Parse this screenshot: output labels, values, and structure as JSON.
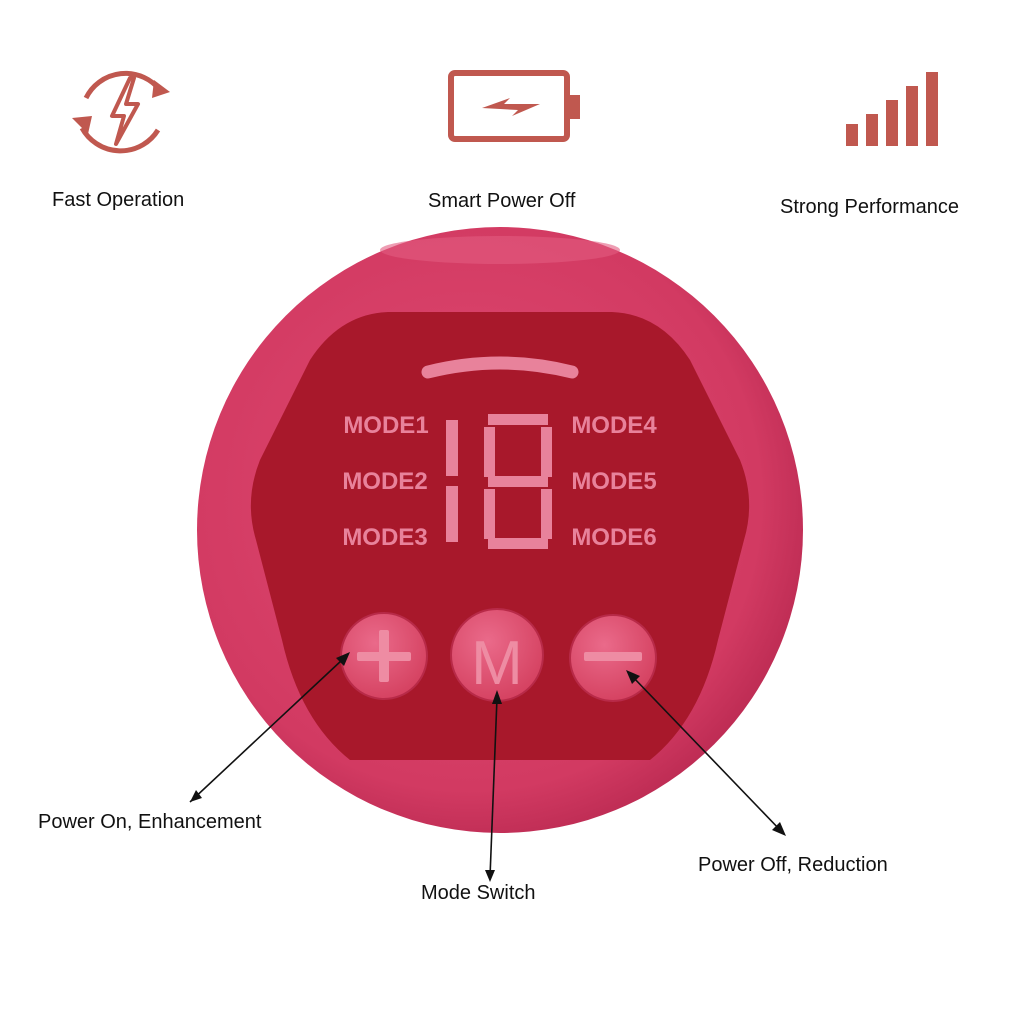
{
  "features": [
    {
      "icon": "lightning-cycle-icon",
      "label": "Fast Operation"
    },
    {
      "icon": "battery-charging-icon",
      "label": "Smart Power Off"
    },
    {
      "icon": "signal-bars-icon",
      "label": "Strong Performance"
    }
  ],
  "display": {
    "modes_left": [
      "MODE1",
      "MODE2",
      "MODE3"
    ],
    "modes_right": [
      "MODE4",
      "MODE5",
      "MODE6"
    ],
    "digit": "8"
  },
  "buttons": {
    "plus": {
      "glyph": "+",
      "callout": "Power On, Enhancement"
    },
    "mode": {
      "glyph": "M",
      "callout": "Mode Switch"
    },
    "minus": {
      "glyph": "−",
      "callout": "Power Off, Reduction"
    }
  },
  "colors": {
    "icon": "#c0584f",
    "device_body": "#d0365e",
    "panel": "#a8182b",
    "lcd_text": "#e8829b",
    "button": "#dc4a6c"
  }
}
